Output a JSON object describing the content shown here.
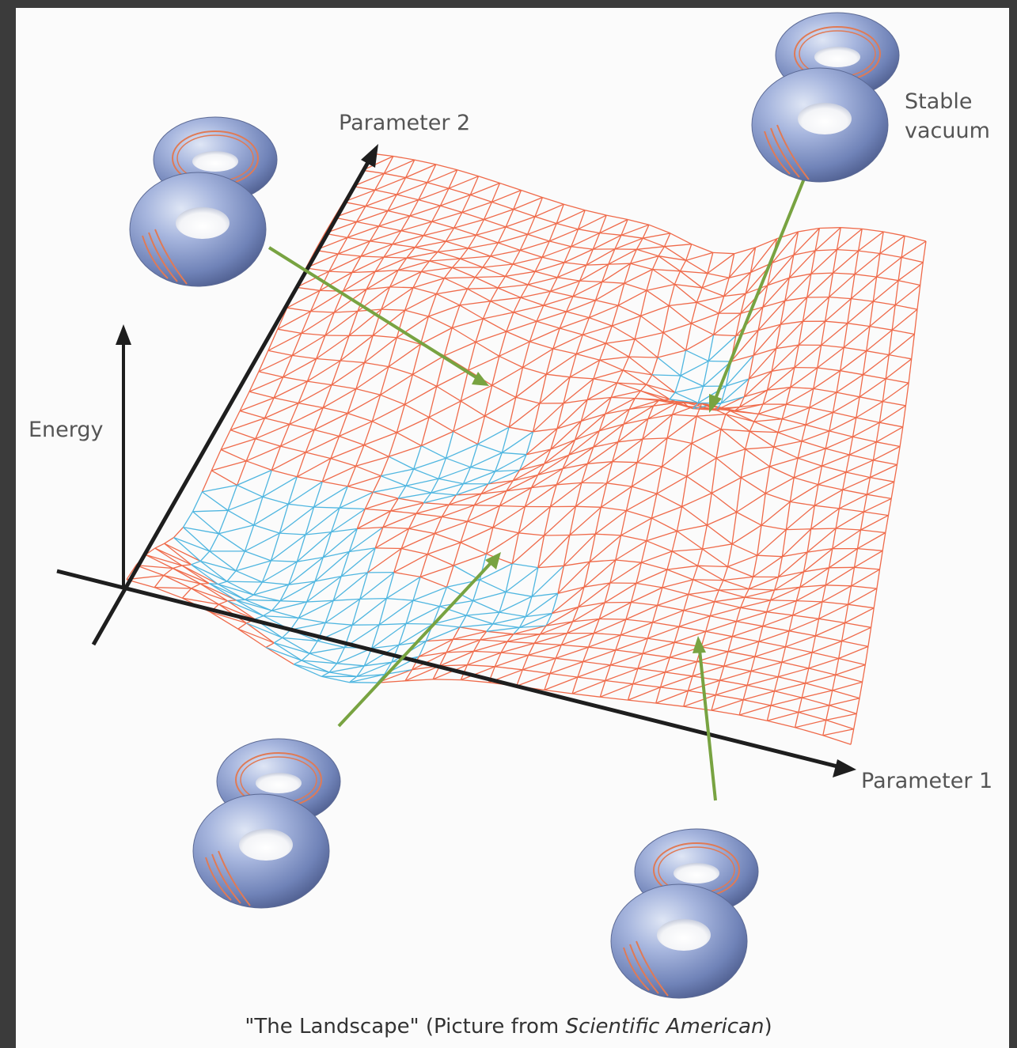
{
  "axes": {
    "energy_label": "Energy",
    "parameter1_label": "Parameter 1",
    "parameter2_label": "Parameter 2"
  },
  "annotation": {
    "stable_vacuum_line1": "Stable",
    "stable_vacuum_line2": "vacuum"
  },
  "caption": {
    "quote": "\"The Landscape\"",
    "source_prefix": " (Picture from ",
    "source_publication": "Scientific American",
    "source_suffix": ")"
  },
  "colors": {
    "mesh_high": "#ef6a4a",
    "mesh_low": "#4fb6e0",
    "arrow": "#78a341",
    "axis": "#1e1e1e",
    "torus_body": "#8d9fcd",
    "torus_stripe": "#e07a55",
    "frame": "#3b3b3b",
    "panel": "#fbfbfb"
  },
  "icons": [
    "torus-pair-icon"
  ]
}
